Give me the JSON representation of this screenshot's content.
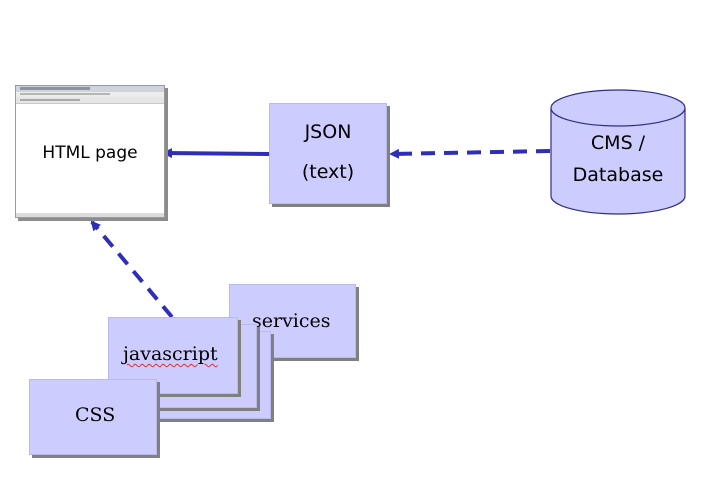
{
  "diagram": {
    "html_page_label": "HTML page",
    "json_box": {
      "line1": "JSON",
      "line2": "(text)"
    },
    "database": {
      "line1": "CMS /",
      "line2": "Database"
    },
    "services_label": "services",
    "javascript_label": "javascript",
    "css_label": "CSS"
  },
  "colors": {
    "box_fill": "#ccccff",
    "arrow": "#2e2eb8",
    "shadow": "#808080"
  }
}
